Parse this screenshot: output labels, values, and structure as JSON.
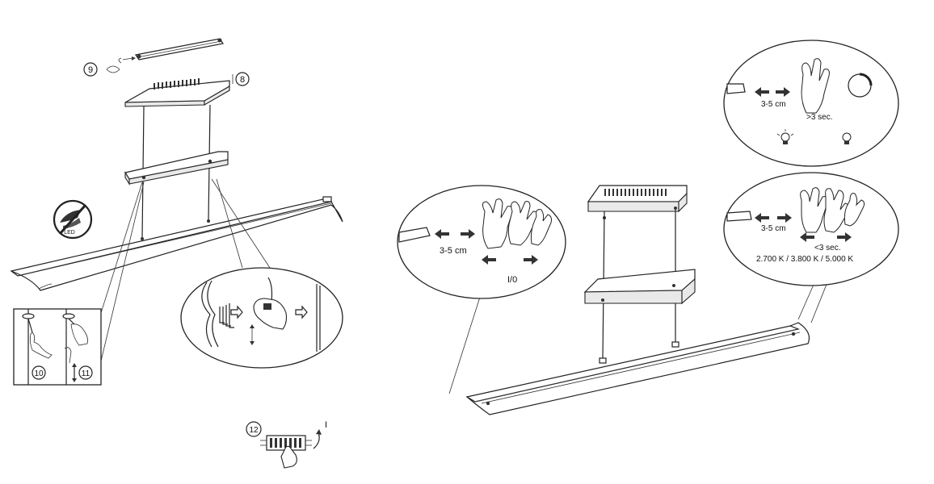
{
  "steps": {
    "s8": "8",
    "s9": "9",
    "s10": "10",
    "s11": "11",
    "s12": "12",
    "s12_mark": "I"
  },
  "detail_left": {
    "distance": "3-5 cm",
    "action": "I/0"
  },
  "detail_top": {
    "distance": "3-5 cm",
    "hold": ">3 sec."
  },
  "detail_right": {
    "distance": "3-5 cm",
    "hold": "<3 sec.",
    "temperatures": "2.700 K / 3.800 K / 5.000 K"
  },
  "badge": {
    "text": "LED"
  }
}
